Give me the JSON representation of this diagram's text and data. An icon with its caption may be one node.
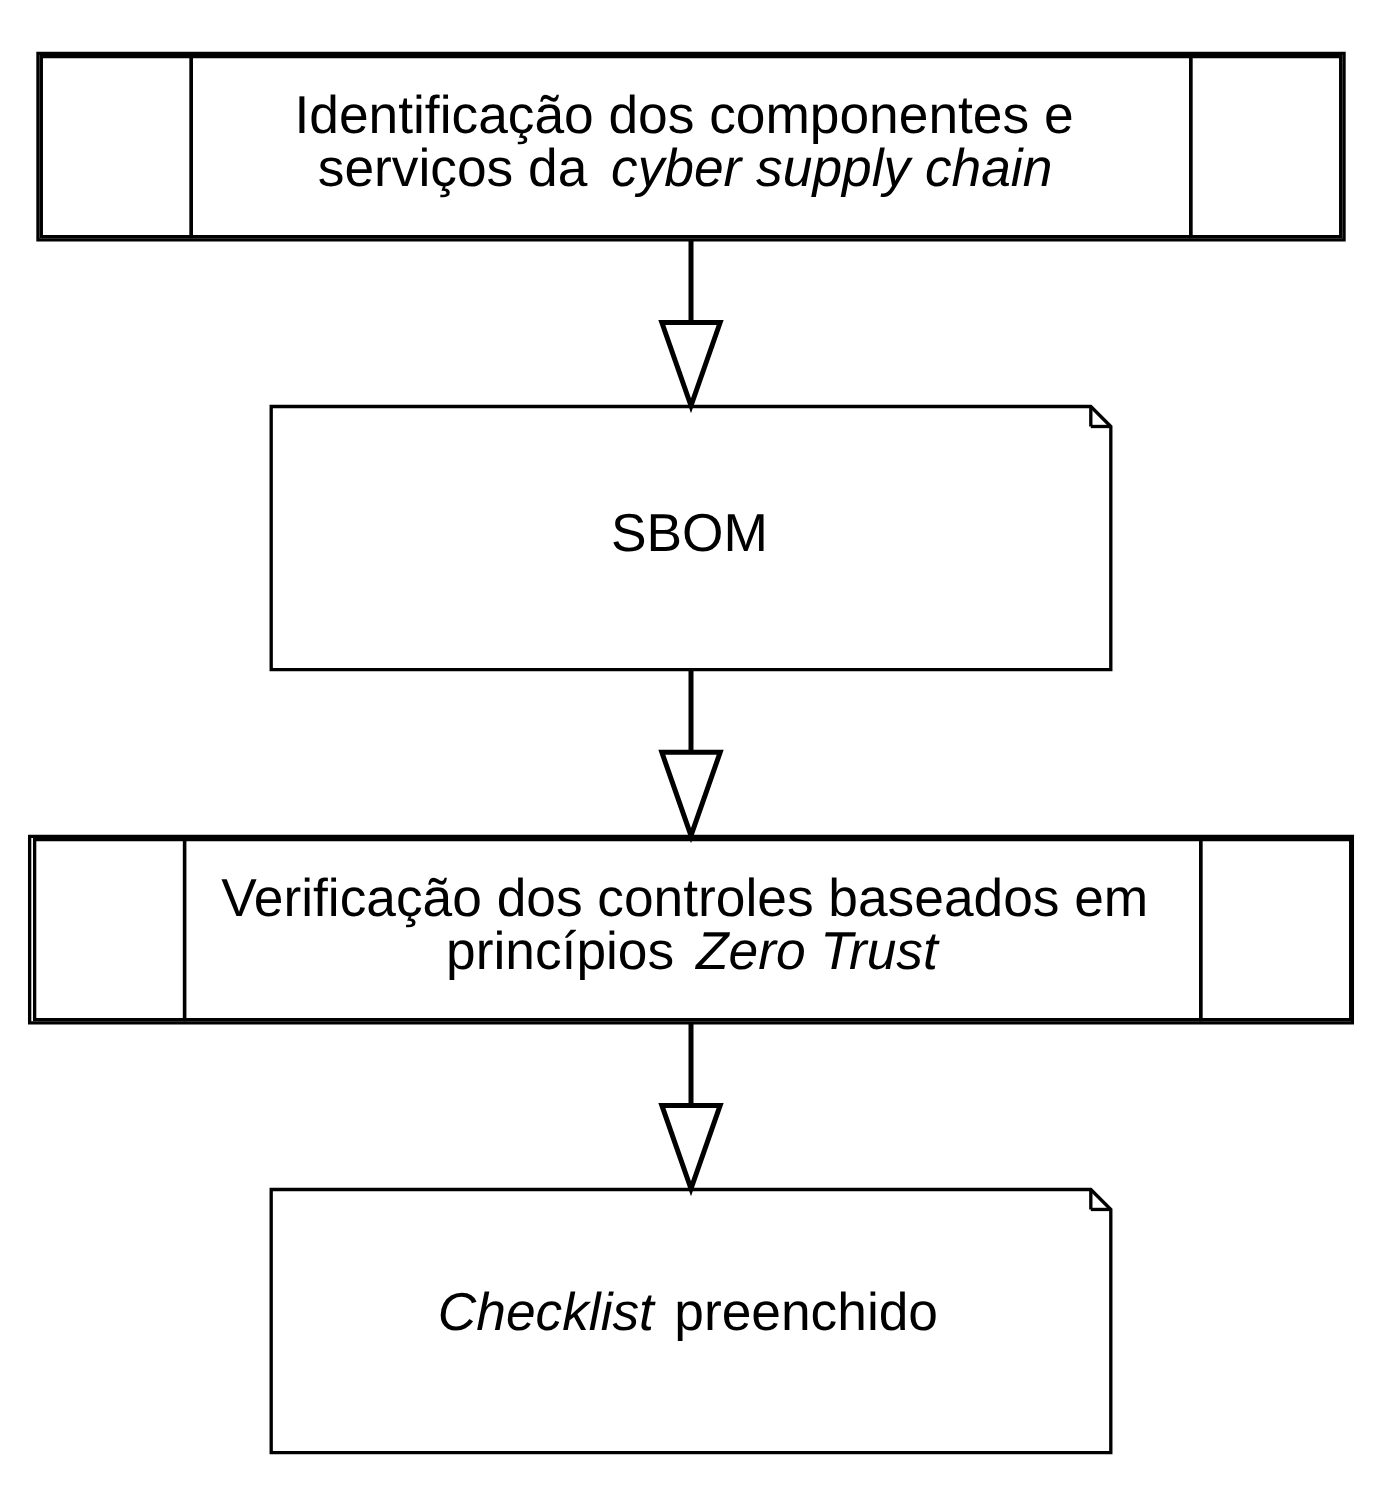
{
  "diagram": {
    "nodes": [
      {
        "text": [
          "Identificação dos componentes e serviços da *cyber supply chain*"
        ]
      },
      {
        "text": [
          "SBOM"
        ]
      },
      {
        "text": [
          "Verificação dos controles baseados em princípios *Zero Trust*"
        ]
      },
      {
        "text": [
          "*Checklist* preenchido"
        ]
      }
    ],
    "edges": [
      {
        "from": 0,
        "to": 1,
        "arrow": "to"
      },
      {
        "from": 1,
        "to": 2,
        "arrow": "to"
      },
      {
        "from": 2,
        "to": 3,
        "arrow": "to"
      }
    ]
  }
}
